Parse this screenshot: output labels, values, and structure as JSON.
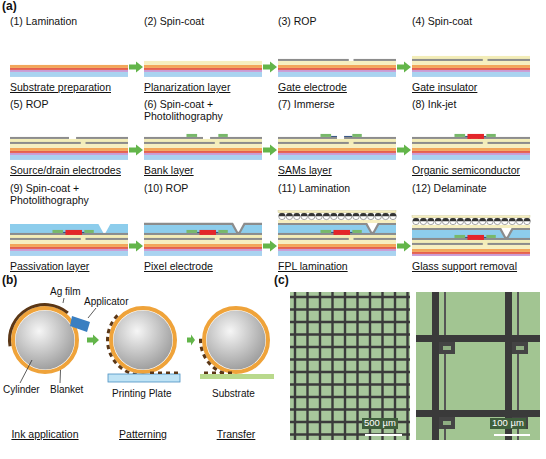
{
  "diagram": {
    "nodes": [
      {
        "text": [
          "(1) Lamination",
          "Substrate preparation"
        ]
      },
      {
        "text": [
          "(2) Spin-coat",
          "Planarization layer"
        ]
      },
      {
        "text": [
          "(3) ROP",
          "Gate electrode"
        ]
      },
      {
        "text": [
          "(4) Spin-coat",
          "Gate insulator"
        ]
      },
      {
        "text": [
          "(5) ROP",
          "Source/drain electrodes"
        ]
      },
      {
        "text": [
          "(6) Spin-coat + Photolithography",
          "Bank layer"
        ]
      },
      {
        "text": [
          "(7) Immerse",
          "SAMs layer"
        ]
      },
      {
        "text": [
          "(8) Ink-jet",
          "Organic semiconductor"
        ]
      },
      {
        "text": [
          "(9) Spin-coat + Photolithography",
          "Passivation layer"
        ]
      },
      {
        "text": [
          "(10) ROP",
          "Pixel electrode"
        ]
      },
      {
        "text": [
          "(11) Lamination",
          "FPL lamination"
        ]
      },
      {
        "text": [
          "(12) Delaminate",
          "Glass support removal"
        ]
      },
      {
        "text": [
          "Ink application"
        ]
      },
      {
        "text": [
          "Patterning"
        ]
      },
      {
        "text": [
          "Transfer"
        ]
      }
    ],
    "edges": [
      {
        "from": 0,
        "to": 1,
        "arrow": "to"
      },
      {
        "from": 1,
        "to": 2,
        "arrow": "to"
      },
      {
        "from": 2,
        "to": 3,
        "arrow": "to"
      },
      {
        "from": 4,
        "to": 5,
        "arrow": "to"
      },
      {
        "from": 5,
        "to": 6,
        "arrow": "to"
      },
      {
        "from": 6,
        "to": 7,
        "arrow": "to"
      },
      {
        "from": 8,
        "to": 9,
        "arrow": "to"
      },
      {
        "from": 9,
        "to": 10,
        "arrow": "to"
      },
      {
        "from": 10,
        "to": 11,
        "arrow": "to"
      },
      {
        "from": 12,
        "to": 13,
        "arrow": "to"
      },
      {
        "from": 13,
        "to": 14,
        "arrow": "to"
      }
    ],
    "labels": [
      "(a)",
      "(b)",
      "(c)",
      "Ag film",
      "Applicator",
      "Cylinder",
      "Blanket",
      "Printing Plate",
      "Substrate",
      "500 µm",
      "100 µm"
    ]
  }
}
